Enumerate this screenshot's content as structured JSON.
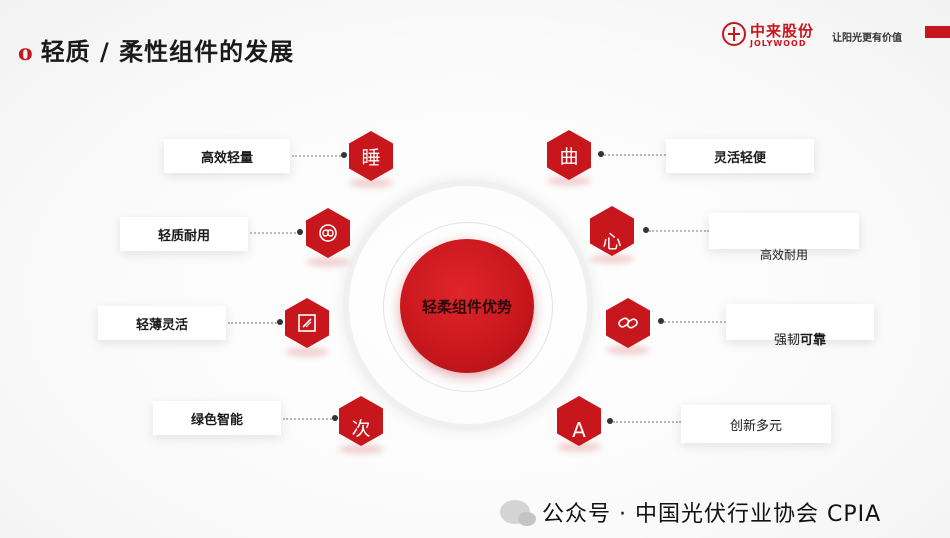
{
  "header": {
    "bullet": "o",
    "title": "轻质 / 柔性组件的发展",
    "logo_cn": "中来股份",
    "logo_en": "JOLYWOOD",
    "slogan": "让阳光更有价值",
    "brand_color": "#c8161d"
  },
  "center": {
    "label": "轻柔组件优势"
  },
  "left_items": [
    {
      "label": "高效轻量",
      "icon_text": "睡",
      "icon": "text-glyph-icon"
    },
    {
      "label": "轻质耐用",
      "icon_text": "",
      "icon": "infinity-loop-icon"
    },
    {
      "label": "轻薄灵活",
      "icon_text": "",
      "icon": "document-pen-icon"
    },
    {
      "label": "绿色智能",
      "icon_text": "次",
      "icon": "text-glyph-icon"
    }
  ],
  "right_items": [
    {
      "label": "灵活轻便",
      "icon_text": "曲",
      "icon": "text-glyph-icon"
    },
    {
      "label": "高效耐用",
      "icon_text": "心",
      "icon": "text-glyph-icon"
    },
    {
      "label_prefix": "强韧",
      "label_bold": "可靠",
      "icon_text": "",
      "icon": "chain-link-icon"
    },
    {
      "label": "创新多元",
      "icon_text": "A",
      "icon": "text-glyph-icon"
    }
  ],
  "watermark": {
    "text": "公众号 · 中国光伏行业协会 CPIA",
    "icon": "wechat-icon"
  }
}
